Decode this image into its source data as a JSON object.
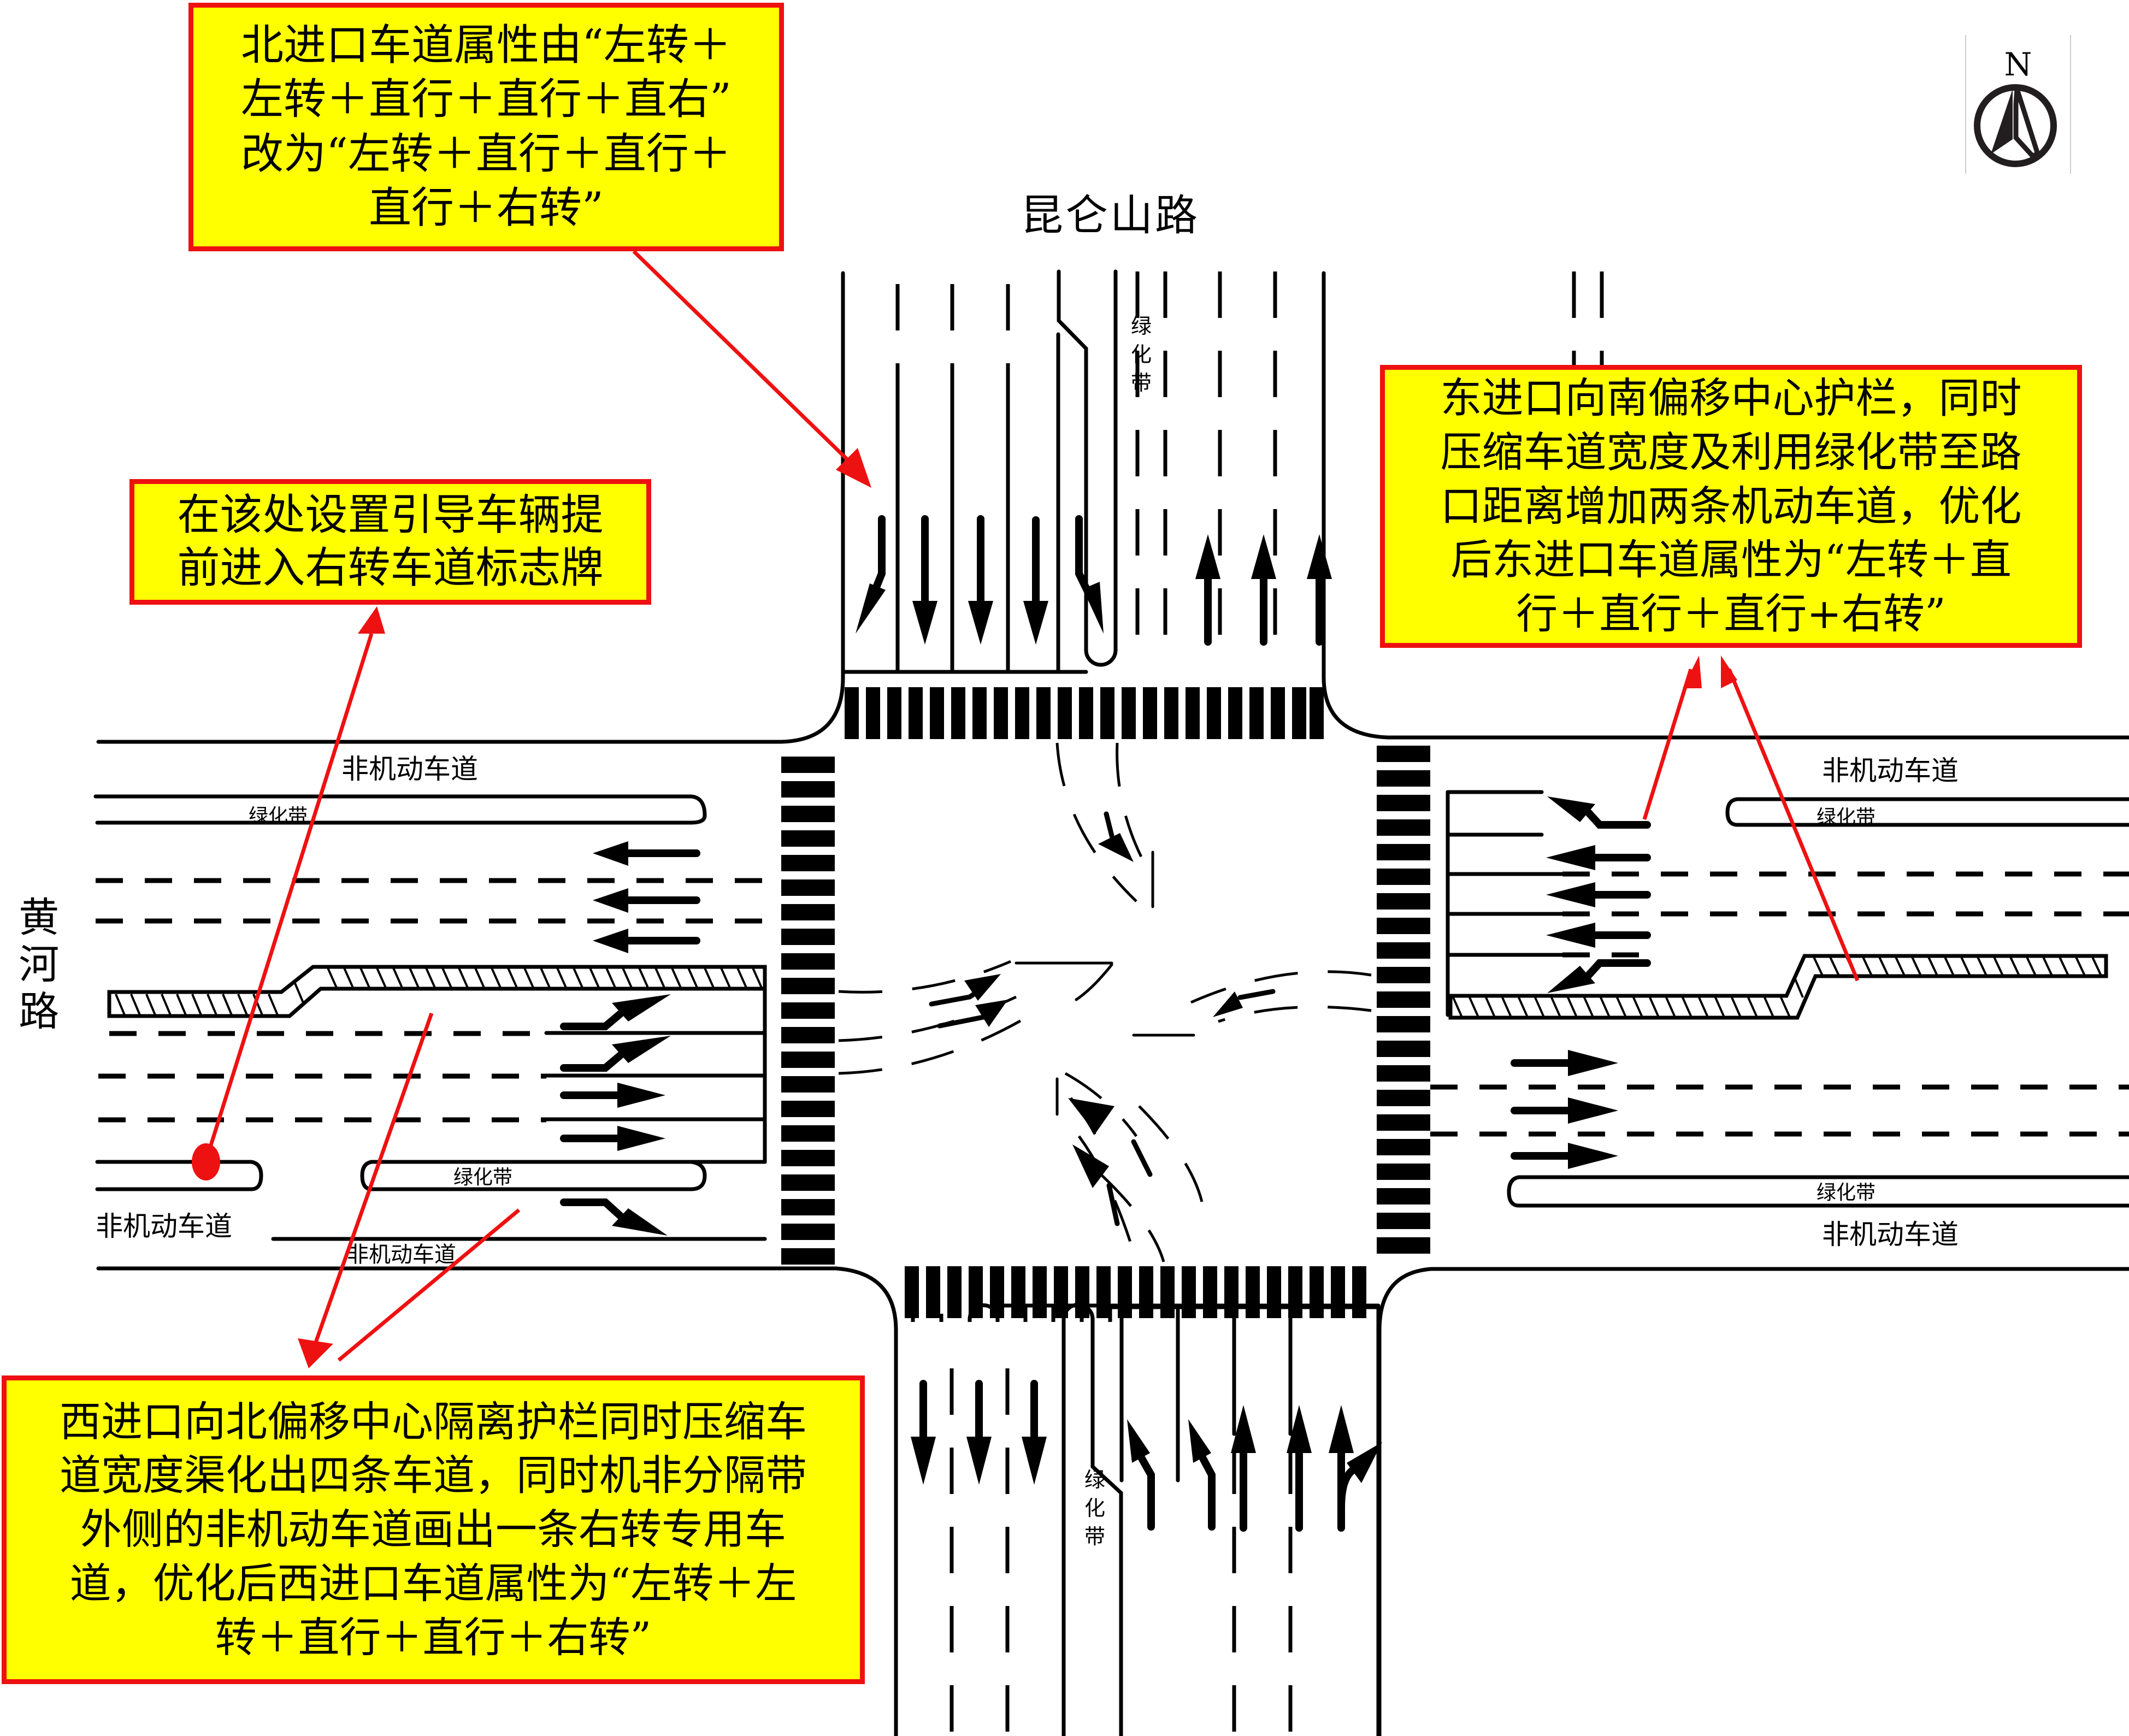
{
  "roads": {
    "north_south": "昆仑山路",
    "east_west": "黄河路"
  },
  "compass": {
    "label": "N"
  },
  "labels": {
    "green_belt": "绿化带",
    "non_motor_lane": "非机动车道"
  },
  "callouts": {
    "north": {
      "lines": [
        "北进口车道属性由“左转＋",
        "左转＋直行＋直行＋直右”",
        "改为“左转＋直行＋直行＋",
        "直行＋右转”"
      ]
    },
    "east": {
      "lines": [
        "东进口向南偏移中心护栏，同时",
        "压缩车道宽度及利用绿化带至路",
        "口距离增加两条机动车道，优化",
        "后东进口车道属性为“左转＋直",
        "行＋直行＋直行+右转”"
      ]
    },
    "west_sign": {
      "lines": [
        "在该处设置引导车辆提",
        "前进入右转车道标志牌"
      ]
    },
    "west": {
      "lines": [
        "西进口向北偏移中心隔离护栏同时压缩车",
        "道宽度渠化出四条车道，同时机非分隔带",
        "外侧的非机动车道画出一条右转专用车",
        "道，优化后西进口车道属性为“左转＋左",
        "转＋直行＋直行＋右转”"
      ]
    }
  },
  "lane_config": {
    "north_entry": [
      "left",
      "through",
      "through",
      "through",
      "right"
    ],
    "south_entry": [
      "left",
      "left",
      "through",
      "through",
      "through-right"
    ],
    "east_entry": [
      "left",
      "through",
      "through",
      "through",
      "right"
    ],
    "west_entry": [
      "left",
      "left",
      "through",
      "through",
      "right"
    ]
  },
  "colors": {
    "callout_fill": "#ffff00",
    "callout_border": "#ee1111",
    "leader": "#ee1111",
    "marking": "#000000"
  }
}
